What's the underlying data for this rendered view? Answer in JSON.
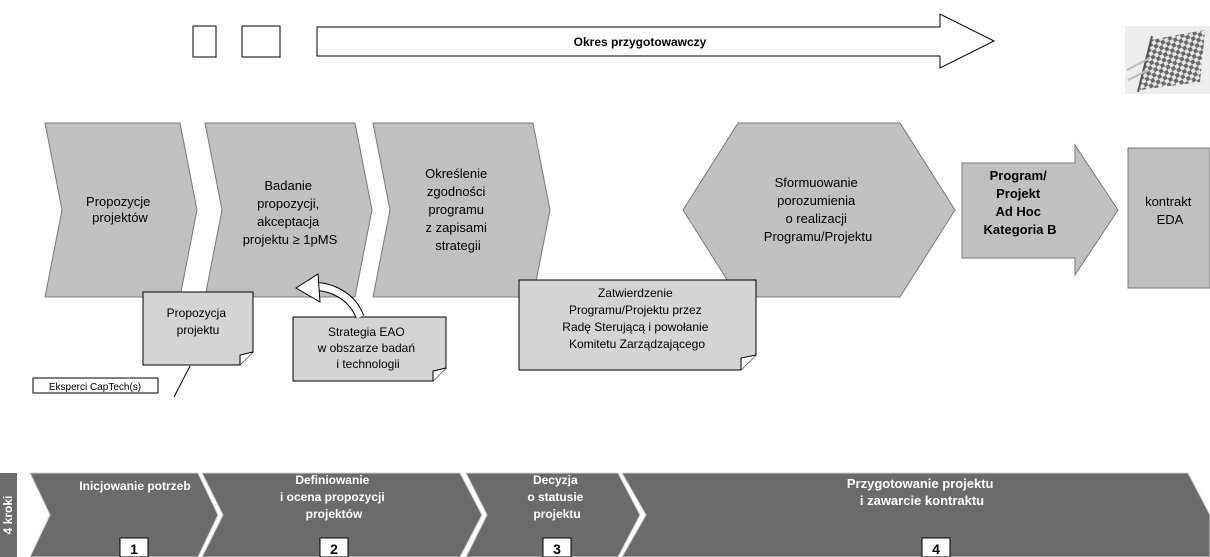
{
  "top_arrow": {
    "label": "Okres przygotowawczy"
  },
  "flag_icon": "checkered-flag-icon",
  "flow": {
    "step1": [
      "Propozycje",
      "projektów"
    ],
    "step2": [
      "Badanie",
      "propozycji,",
      "akceptacja",
      "projektu ≥ 1pMS"
    ],
    "step3": [
      "Określenie",
      "zgodności",
      "programu",
      "z zapisami",
      "strategii"
    ],
    "step4": [
      "Sformuowanie",
      "porozumienia",
      "o realizacji",
      "Programu/Projektu"
    ],
    "step5": [
      "Program/",
      "Projekt",
      "Ad Hoc",
      "Kategoria B"
    ],
    "step6": [
      "kontrakt",
      "EDA"
    ]
  },
  "notes": {
    "proposal": [
      "Propozycja",
      "projektu"
    ],
    "strategy": [
      "Strategia EAO",
      "w obszarze badań",
      "i technologii"
    ],
    "approval": [
      "Zatwierdzenie",
      "Programu/Projektu przez",
      "Radę Sterującą i powołanie",
      "Komitetu Zarządzającego"
    ],
    "experts": "Eksperci CapTech(s)"
  },
  "steps_bar": {
    "side_label": "4 kroki",
    "phases": [
      {
        "lines": [
          "Inicjowanie potrzeb"
        ],
        "number": "1"
      },
      {
        "lines": [
          "Definiowanie",
          "i ocena propozycji",
          "projektów"
        ],
        "number": "2"
      },
      {
        "lines": [
          "Decyzja",
          "o statusie",
          "projektu"
        ],
        "number": "3"
      },
      {
        "lines": [
          "Przygotowanie projektu",
          "i zawarcie kontraktu"
        ],
        "number": "4"
      }
    ]
  },
  "colors": {
    "shape_fill": "#c0c0c0",
    "note_fill": "#d4d4d4",
    "phase_fill": "#6b6b6b",
    "phase_text": "#ffffff",
    "outline": "#000000"
  }
}
